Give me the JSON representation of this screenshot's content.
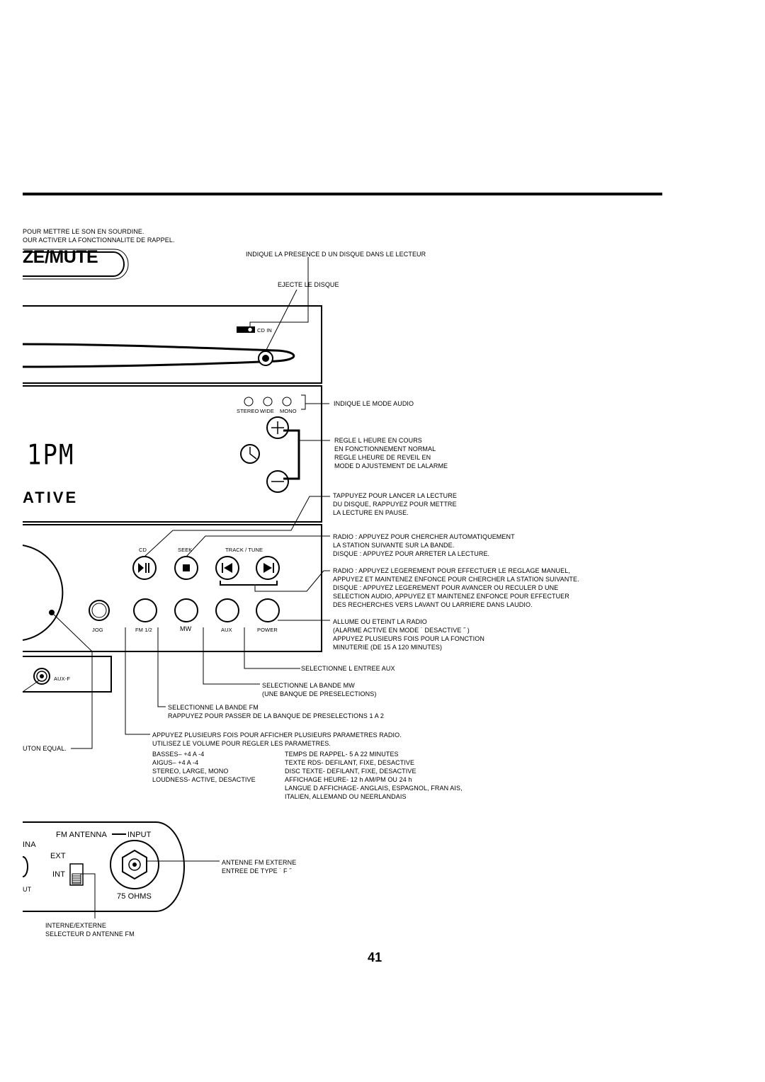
{
  "page_number": "41",
  "top_notes": [
    "POUR METTRE LE SON EN SOURDINE.",
    "OUR ACTIVER LA FONCTIONNALITE DE RAPPEL."
  ],
  "snooze_label": "ZE/MUTE",
  "cd": {
    "presence_note": "INDIQUE LA PRESENCE D UN DISQUE DANS LE LECTEUR",
    "eject_note": "EJECTE LE DISQUE",
    "cd_in_label": "CD IN"
  },
  "display": {
    "mode_labels": [
      "STEREO",
      "WIDE",
      "MONO"
    ],
    "mode_note": "INDIQUE LE MODE AUDIO",
    "clock_notes": [
      "REGLE L HEURE EN COURS",
      "EN FONCTIONNEMENT NORMAL",
      "REGLE LHEURE DE REVEIL EN",
      "MODE D AJUSTEMENT DE LALARME"
    ],
    "lcd_time": "1PM",
    "brand": "ATIVE"
  },
  "buttons": {
    "group_labels": {
      "cd": "CD",
      "seek": "SEEK",
      "track_tune": "TRACK / TUNE"
    },
    "bottom_labels": {
      "jog": "JOG",
      "fm": "FM 1/2",
      "mw": "MW",
      "aux": "AUX",
      "power": "POWER"
    },
    "aux_f": "AUX-F",
    "equal_note": "UTON EQUAL."
  },
  "notes": {
    "play": [
      "TAPPUYEZ POUR LANCER LA LECTURE",
      "DU DISQUE, RAPPUYEZ POUR METTRE",
      "LA LECTURE EN PAUSE."
    ],
    "seek": [
      "RADIO : APPUYEZ POUR CHERCHER AUTOMATIQUEMENT",
      "LA STATION SUIVANTE SUR LA BANDE.",
      "DISQUE : APPUYEZ POUR ARRETER LA LECTURE."
    ],
    "track": [
      "RADIO : APPUYEZ LEGEREMENT POUR EFFECTUER LE REGLAGE MANUEL,",
      "APPUYEZ ET MAINTENEZ ENFONCE POUR CHERCHER LA STATION SUIVANTE.",
      "DISQUE : APPUYEZ LEGEREMENT POUR AVANCER OU RECULER D UNE",
      "SELECTION AUDIO, APPUYEZ ET MAINTENEZ ENFONCE POUR EFFECTUER",
      "DES RECHERCHES VERS LAVANT OU LARRIERE DANS LAUDIO."
    ],
    "power": [
      "ALLUME OU ETEINT LA RADIO",
      "(ALARME ACTIVE EN MODE ˙ DESACTIVE ˝ )",
      "APPUYEZ PLUSIEURS FOIS POUR LA FONCTION",
      "MINUTERIE (DE 15 A 120 MINUTES)"
    ],
    "aux": "SELECTIONNE L ENTREE AUX",
    "mw": [
      "SELECTIONNE LA BANDE MW",
      "(UNE BANQUE DE PRESELECTIONS)"
    ],
    "fm": [
      "SELECTIONNE LA BANDE FM",
      "RAPPUYEZ POUR PASSER DE LA BANQUE DE PRESELECTIONS 1 A 2"
    ],
    "jog": [
      "APPUYEZ PLUSIEURS FOIS POUR AFFICHER PLUSIEURS PARAMETRES RADIO.",
      "UTILISEZ LE VOLUME POUR REGLER LES PARAMETRES."
    ],
    "params_left": [
      "BASSES– +4 A -4",
      "AIGUS– +4 A -4",
      "STEREO, LARGE, MONO",
      "LOUDNESS- ACTIVE, DESACTIVE"
    ],
    "params_right": [
      "TEMPS DE RAPPEL- 5 A 22 MINUTES",
      "TEXTE RDS- DEFILANT, FIXE, DESACTIVE",
      "DISC TEXTE- DEFILANT, FIXE, DESACTIVE",
      "AFFICHAGE HEURE- 12 h AM/PM OU 24 h",
      "LANGUE D AFFICHAGE- ANGLAIS, ESPAGNOL, FRAN  AIS,",
      "ITALIEN, ALLEMAND OU NEERLANDAIS"
    ]
  },
  "antenna": {
    "fm_antenna": "FM ANTENNA",
    "input": "INPUT",
    "ina": "INA",
    "ext": "EXT",
    "int": "INT",
    "ohms": "75 OHMS",
    "ut": "UT",
    "ext_note": [
      "ANTENNE FM EXTERNE",
      "ENTREE DE TYPE ˙ F ˝"
    ],
    "int_note": [
      "INTERNE/EXTERNE",
      "SELECTEUR D ANTENNE FM"
    ]
  }
}
